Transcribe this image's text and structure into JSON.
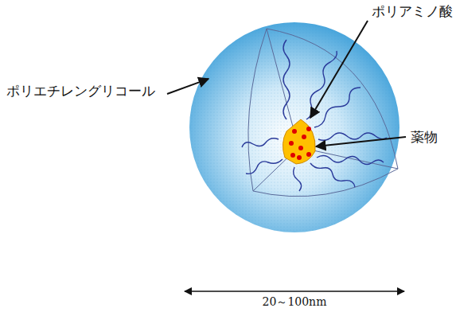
{
  "diagram": {
    "labels": [
      "ポリアミノ酸",
      "ポリエチレングリコール",
      "薬物",
      "20～100nm"
    ]
  }
}
